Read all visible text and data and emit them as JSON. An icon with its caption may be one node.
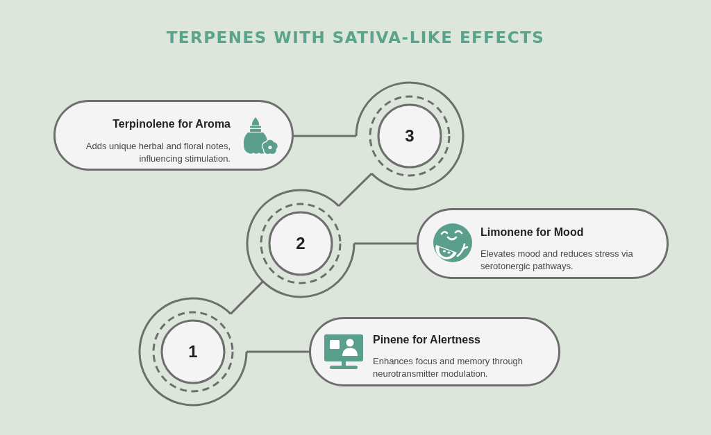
{
  "diagram": {
    "title": "TERPENES WITH SATIVA-LIKE EFFECTS",
    "nodes": [
      {
        "text": [
          "Terpinolene for Aroma",
          "Adds unique herbal and floral notes, influencing stimulation."
        ]
      },
      {
        "text": [
          "3"
        ]
      },
      {
        "text": [
          "2"
        ]
      },
      {
        "text": [
          "Limonene for Mood",
          "Elevates mood and reduces stress via serotonergic pathways."
        ]
      },
      {
        "text": [
          "1"
        ]
      },
      {
        "text": [
          "Pinene for Alertness",
          "Enhances focus and memory through neurotransmitter modulation."
        ]
      }
    ],
    "edges": [
      {
        "from": 0,
        "to": 1,
        "arrow": "none"
      },
      {
        "from": 1,
        "to": 2,
        "arrow": "none"
      },
      {
        "from": 2,
        "to": 3,
        "arrow": "none"
      },
      {
        "from": 2,
        "to": 4,
        "arrow": "none"
      },
      {
        "from": 4,
        "to": 5,
        "arrow": "none"
      }
    ]
  }
}
